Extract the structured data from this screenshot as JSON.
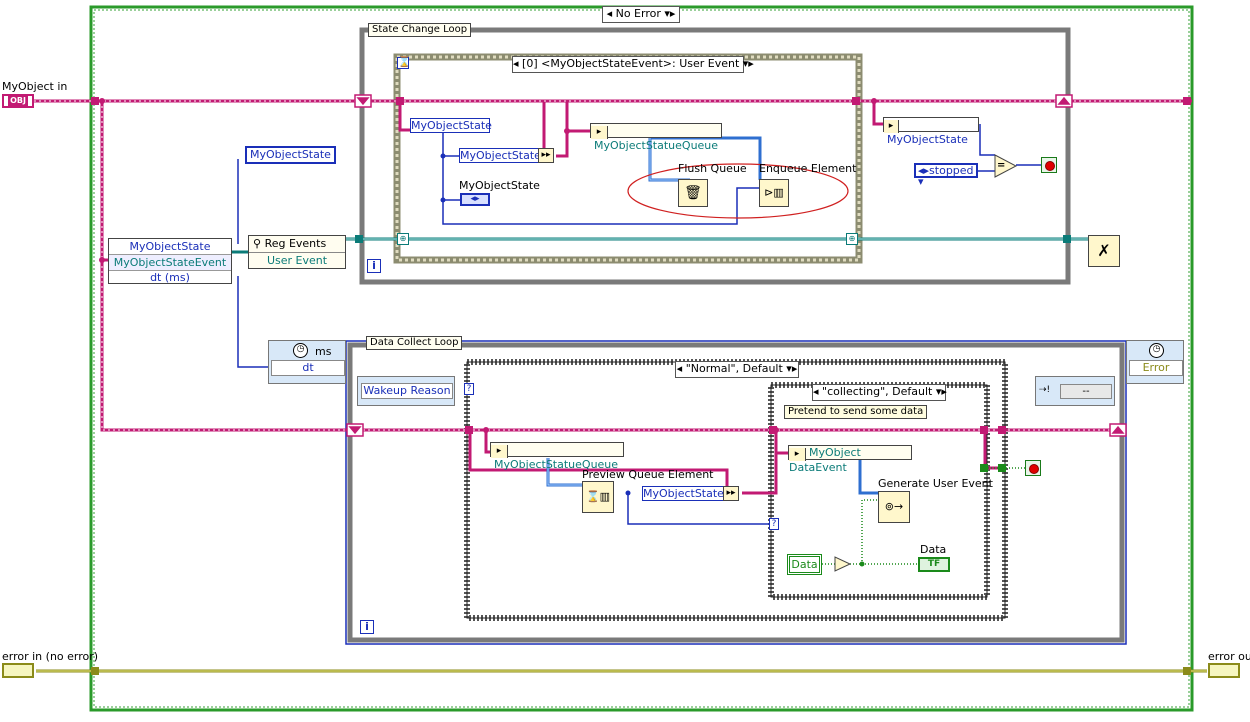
{
  "structures": {
    "outer_case": "No Error",
    "state_loop": "State Change Loop",
    "event_case": "[0] <MyObjectStateEvent>: User Event",
    "data_loop": "Data Collect Loop",
    "normal_case": "\"Normal\", Default",
    "collect_case": "\"collecting\", Default",
    "collect_note": "Pretend to send some data"
  },
  "terminals": {
    "myobject_in": "MyObject in",
    "obj_tag": "OBJ",
    "error_in": "error in (no error)",
    "error_out": "error ou"
  },
  "nodes": {
    "myobjectstate_const": "MyObjectState",
    "bundle_rows": [
      "MyObjectState",
      "MyObjectStateEvent",
      "dt (ms)"
    ],
    "reg_events": "Reg Events",
    "user_event": "User Event",
    "ms_label": "ms",
    "dt_label": "dt",
    "error_label": "Error",
    "wakeup_reason": "Wakeup Reason",
    "state_unbundle_top": "MyObjectState",
    "state_bundle_mid": "MyObjectState",
    "state_bundle_label": "MyObjectState",
    "queue_ref_top": "MyObjectStatueQueue",
    "flush_queue": "Flush Queue",
    "enqueue_element": "Enqueue Element",
    "right_unbundle": "MyObjectState",
    "stopped_const": "stopped",
    "queue_ref_bottom": "MyObjectStatueQueue",
    "preview_queue": "Preview Queue Element",
    "preview_unbundle": "MyObjectState",
    "data_event_ref": "MyObject DataEvent",
    "generate_user_event": "Generate User Event",
    "data_ctrl": "Data",
    "data_ind": "Data",
    "tf": "TF",
    "dash_const": "--",
    "equal_sign": "=",
    "iter_glyph": "i",
    "question": "?"
  },
  "colors": {
    "object_wire": "#c21a73",
    "error_wire": "#8b8b1a",
    "event_wire": "#0b7b78",
    "enum_wire": "#1a2fb8",
    "bool_wire": "#1a8a1a",
    "queue_wire": "#2f6fd0"
  }
}
